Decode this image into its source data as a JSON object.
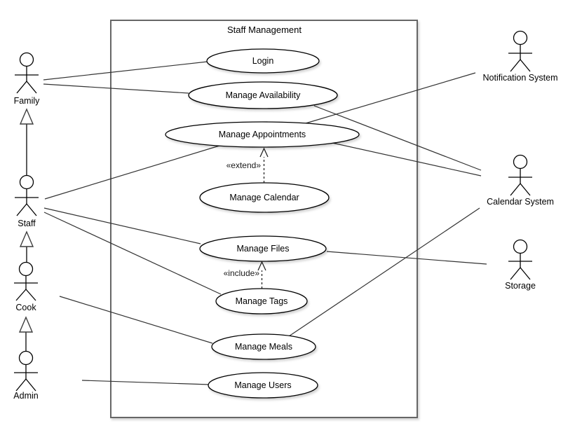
{
  "system": {
    "title": "Staff Management"
  },
  "actors": {
    "family": {
      "label": "Family"
    },
    "staff": {
      "label": "Staff"
    },
    "cook": {
      "label": "Cook"
    },
    "admin": {
      "label": "Admin"
    },
    "notification_system": {
      "label": "Notification System"
    },
    "calendar_system": {
      "label": "Calendar System"
    },
    "storage": {
      "label": "Storage"
    }
  },
  "use_cases": {
    "login": {
      "label": "Login"
    },
    "manage_availability": {
      "label": "Manage Availability"
    },
    "manage_appointments": {
      "label": "Manage Appointments"
    },
    "manage_calendar": {
      "label": "Manage Calendar"
    },
    "manage_files": {
      "label": "Manage Files"
    },
    "manage_tags": {
      "label": "Manage Tags"
    },
    "manage_meals": {
      "label": "Manage Meals"
    },
    "manage_users": {
      "label": "Manage Users"
    }
  },
  "stereotypes": {
    "extend": "«extend»",
    "include": "«include»"
  },
  "relationships": {
    "associations": [
      {
        "from": "Family",
        "to": "Login"
      },
      {
        "from": "Family",
        "to": "Manage Availability"
      },
      {
        "from": "Staff",
        "to": "Manage Appointments"
      },
      {
        "from": "Staff",
        "to": "Manage Files"
      },
      {
        "from": "Staff",
        "to": "Manage Tags"
      },
      {
        "from": "Cook",
        "to": "Manage Meals"
      },
      {
        "from": "Admin",
        "to": "Manage Users"
      },
      {
        "from": "Notification System",
        "to": "Manage Appointments"
      },
      {
        "from": "Calendar System",
        "to": "Manage Availability"
      },
      {
        "from": "Calendar System",
        "to": "Manage Appointments"
      },
      {
        "from": "Calendar System",
        "to": "Manage Meals"
      },
      {
        "from": "Storage",
        "to": "Manage Files"
      }
    ],
    "generalizations": [
      {
        "child": "Staff",
        "parent": "Family"
      },
      {
        "child": "Cook",
        "parent": "Staff"
      },
      {
        "child": "Admin",
        "parent": "Cook"
      }
    ],
    "dependencies": [
      {
        "from": "Manage Calendar",
        "to": "Manage Appointments",
        "stereotype": "«extend»"
      },
      {
        "from": "Manage Tags",
        "to": "Manage Files",
        "stereotype": "«include»"
      }
    ]
  },
  "colors": {
    "shape_stroke": "#000000",
    "boundary_stroke": "#666666",
    "fill": "#ffffff",
    "text": "#000000"
  }
}
